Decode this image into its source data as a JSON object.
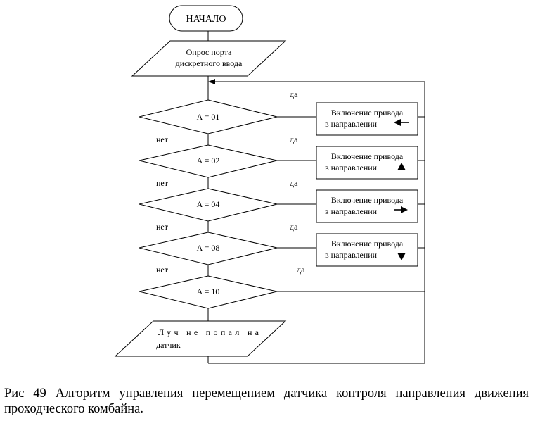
{
  "flowchart": {
    "start": "НАЧАЛО",
    "input": [
      "Опрос порта",
      "дискретного ввода"
    ],
    "conditions": [
      "A = 01",
      "A = 02",
      "A = 04",
      "A = 08",
      "A = 10"
    ],
    "yes_label": "да",
    "no_label": "нет",
    "actions": [
      {
        "line1": "Включение привода",
        "line2": "в направлении",
        "arrow": "arrow-left"
      },
      {
        "line1": "Включение привода",
        "line2": "в направлении",
        "arrow": "arrow-up"
      },
      {
        "line1": "Включение привода",
        "line2": "в направлении",
        "arrow": "arrow-right"
      },
      {
        "line1": "Включение привода",
        "line2": "в направлении",
        "arrow": "arrow-down"
      }
    ],
    "output": [
      "Луч не попал на",
      "датчик"
    ]
  },
  "caption": "Рис 49 Алгоритм управления перемещением датчика контроля направления движения проходческого комбайна."
}
